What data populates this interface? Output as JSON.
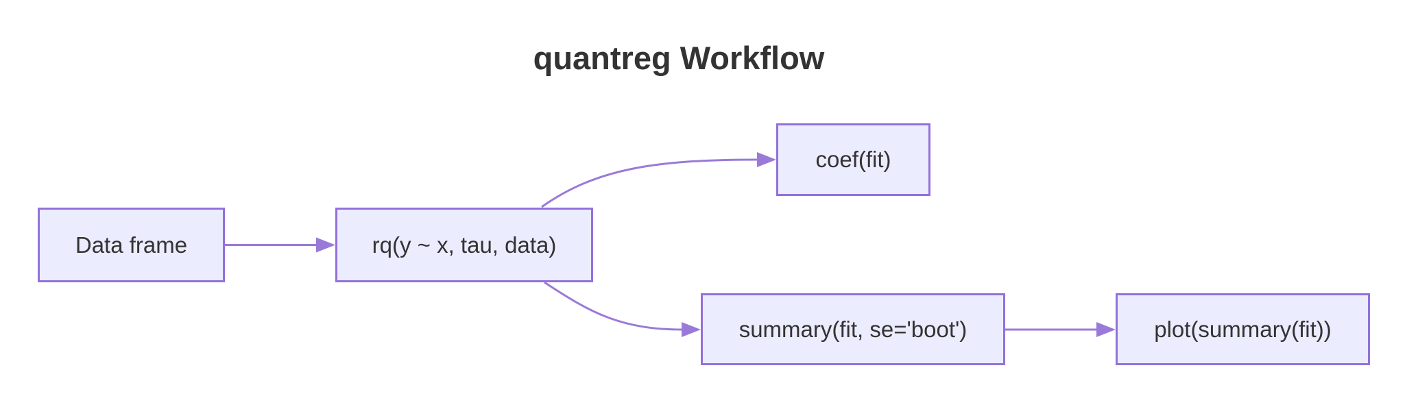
{
  "title": "quantreg Workflow",
  "diagram": {
    "type": "flowchart",
    "direction": "left-to-right",
    "nodes": [
      {
        "id": "A",
        "label": "Data frame"
      },
      {
        "id": "B",
        "label": "rq(y ~ x, tau, data)"
      },
      {
        "id": "C",
        "label": "coef(fit)"
      },
      {
        "id": "D",
        "label": "summary(fit, se='boot')"
      },
      {
        "id": "E",
        "label": "plot(summary(fit))"
      }
    ],
    "edges": [
      {
        "from": "Data frame",
        "to": "rq(y ~ x, tau, data)",
        "style": "straight"
      },
      {
        "from": "rq(y ~ x, tau, data)",
        "to": "coef(fit)",
        "style": "curved"
      },
      {
        "from": "rq(y ~ x, tau, data)",
        "to": "summary(fit, se='boot')",
        "style": "curved"
      },
      {
        "from": "summary(fit, se='boot')",
        "to": "plot(summary(fit))",
        "style": "straight"
      }
    ],
    "colors": {
      "node_fill": "#ECECFF",
      "node_border": "#9370DB",
      "edge": "#9a7ad8",
      "text": "#333333",
      "background": "#ffffff"
    }
  }
}
